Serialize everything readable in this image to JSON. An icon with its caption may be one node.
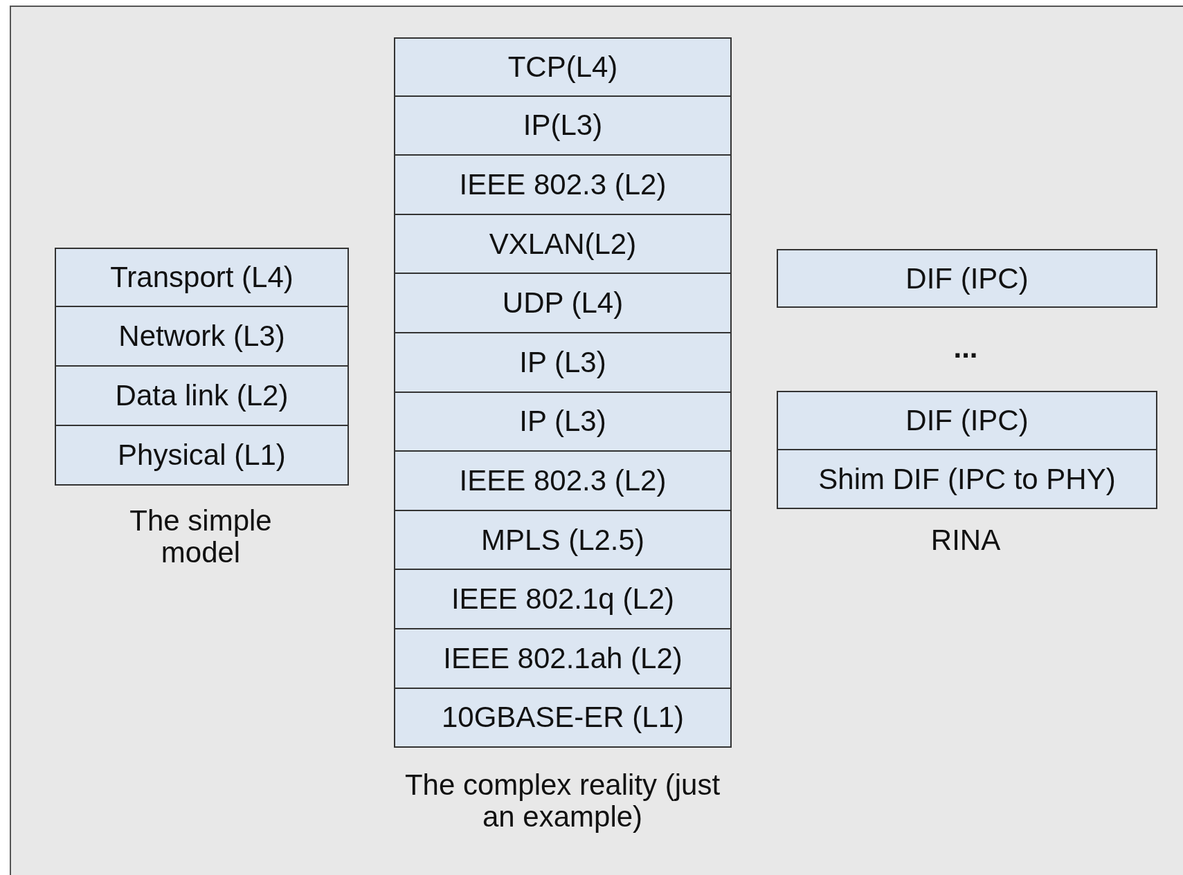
{
  "diagram": {
    "nodes": [
      {
        "text": [
          "Transport (L4)"
        ]
      },
      {
        "text": [
          "Network (L3)"
        ]
      },
      {
        "text": [
          "Data link (L2)"
        ]
      },
      {
        "text": [
          "Physical (L1)"
        ]
      },
      {
        "text": [
          "TCP(L4)"
        ]
      },
      {
        "text": [
          "IP(L3)"
        ]
      },
      {
        "text": [
          "IEEE 802.3 (L2)"
        ]
      },
      {
        "text": [
          "VXLAN(L2)"
        ]
      },
      {
        "text": [
          "UDP (L4)"
        ]
      },
      {
        "text": [
          "IP (L3)"
        ]
      },
      {
        "text": [
          "IP (L3)"
        ]
      },
      {
        "text": [
          "IEEE 802.3 (L2)"
        ]
      },
      {
        "text": [
          "MPLS (L2.5)"
        ]
      },
      {
        "text": [
          "IEEE 802.1q (L2)"
        ]
      },
      {
        "text": [
          "IEEE 802.1ah (L2)"
        ]
      },
      {
        "text": [
          "10GBASE-ER (L1)"
        ]
      },
      {
        "text": [
          "DIF (IPC)"
        ]
      },
      {
        "text": [
          "DIF (IPC)"
        ]
      },
      {
        "text": [
          "Shim DIF (IPC to PHY)"
        ]
      }
    ],
    "labels": [
      "The simple model",
      "The complex reality (just an example)",
      "...",
      "RINA"
    ]
  }
}
